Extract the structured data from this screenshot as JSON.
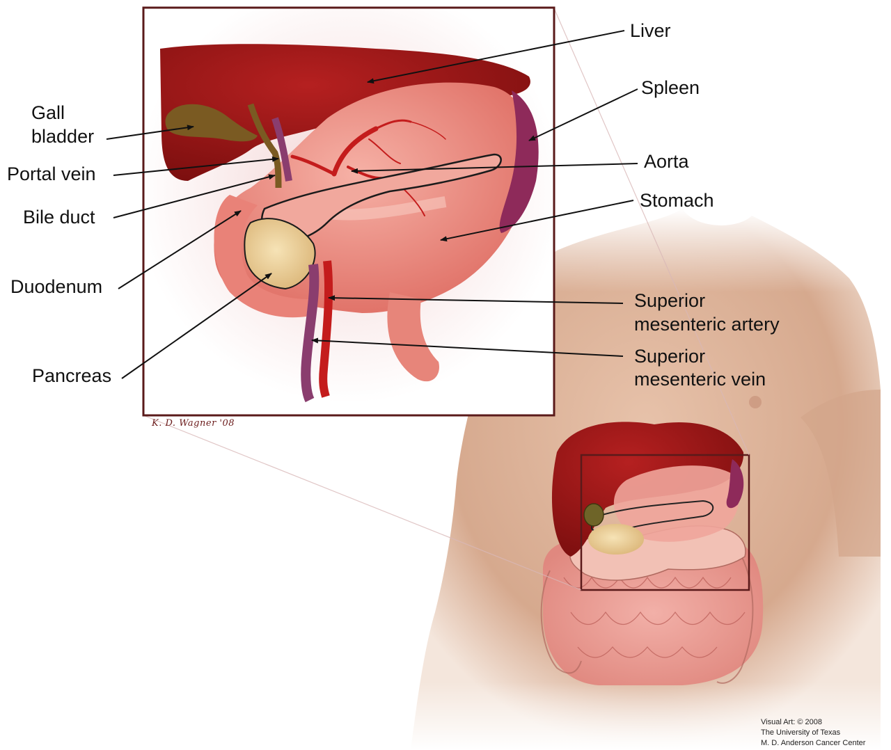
{
  "labels": {
    "liver": "Liver",
    "spleen": "Spleen",
    "gall_bladder_1": "Gall",
    "gall_bladder_2": "bladder",
    "portal_vein": "Portal vein",
    "aorta": "Aorta",
    "bile_duct": "Bile duct",
    "stomach": "Stomach",
    "duodenum": "Duodenum",
    "sma_1": "Superior",
    "sma_2": "mesenteric artery",
    "smv_1": "Superior",
    "smv_2": "mesenteric vein",
    "pancreas": "Pancreas"
  },
  "signature": "K. D. Wagner '08",
  "credit": {
    "line1": "Visual Art: © 2008",
    "line2": "The University of Texas",
    "line3": "M. D. Anderson Cancer Center"
  },
  "colors": {
    "frame": "#5a1a1a",
    "liver": "#8e1212",
    "stomach": "#e98a80",
    "spleen": "#8e2a5a",
    "pancreas": "#ecd196",
    "skin": "#ddb49a",
    "artery": "#c41c1c",
    "vein": "#8a3d6e",
    "gall": "#7a5a22"
  }
}
